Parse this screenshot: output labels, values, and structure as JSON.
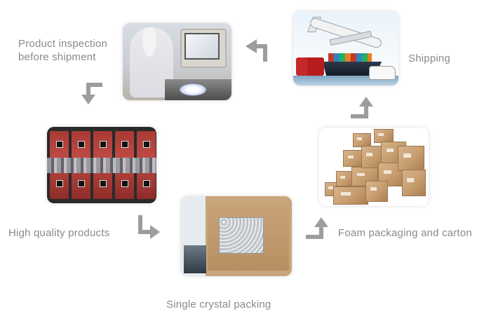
{
  "labels": {
    "inspection": "Product inspection\nbefore shipment",
    "shipping": "Shipping",
    "high_quality": "High quality products",
    "foam_carton": "Foam packaging and carton",
    "crystal": "Single crystal packing"
  },
  "colors": {
    "label_text": "#8a8a8a",
    "arrow": "#9d9d9d"
  },
  "icons": {
    "arrow_inspection_down": "elbow-arrow-down-icon",
    "arrow_products_down": "elbow-arrow-down-right-icon",
    "arrow_crystal_up": "elbow-arrow-up-right-icon",
    "arrow_carton_up": "elbow-arrow-up-icon",
    "arrow_shipping_left": "elbow-arrow-left-icon"
  }
}
